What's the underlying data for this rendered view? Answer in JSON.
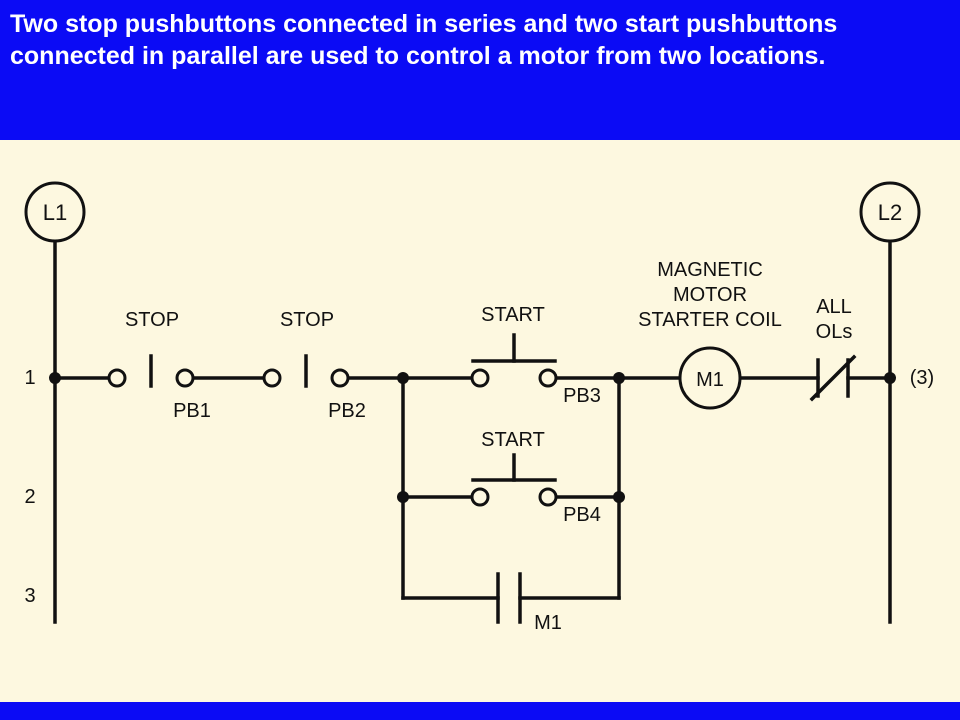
{
  "caption": "Two stop pushbuttons connected in series and two start pushbuttons connected in parallel are used to control a motor from two locations.",
  "diagram": {
    "power_left": "L1",
    "power_right": "L2",
    "rungs": [
      "1",
      "2",
      "3"
    ],
    "rung_ref": "(3)",
    "stop1_label": "STOP",
    "stop1_id": "PB1",
    "stop2_label": "STOP",
    "stop2_id": "PB2",
    "start1_label": "START",
    "start1_id": "PB3",
    "start2_label": "START",
    "start2_id": "PB4",
    "coil_id": "M1",
    "coil_label": [
      "MAGNETIC",
      "MOTOR",
      "STARTER COIL"
    ],
    "overload_label": [
      "ALL",
      "OLs"
    ],
    "aux_contact_id": "M1"
  },
  "colors": {
    "header": "#0b0bf5",
    "panel": "#fdf8e0",
    "ink": "#111111"
  }
}
